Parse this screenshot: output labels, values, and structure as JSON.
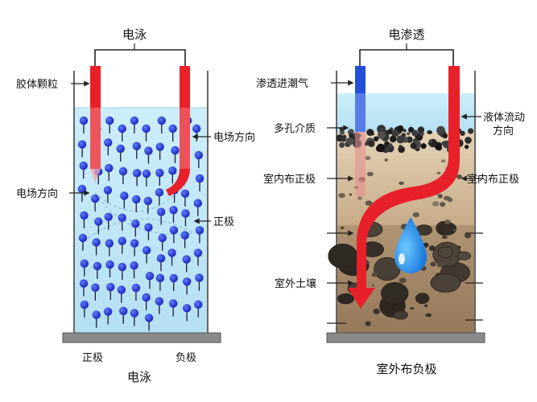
{
  "left_panel": {
    "title": "电泳",
    "labels": {
      "colloid_particles": "胶体颗粒",
      "field_direction_right": "电场方向",
      "field_direction_left": "电场方向",
      "positive_side": "正极"
    },
    "bottom": {
      "positive": "正极",
      "negative": "负极",
      "caption": "电泳"
    }
  },
  "right_panel": {
    "title": "电渗透",
    "labels": {
      "seepage_moisture": "渗透进潮气",
      "liquid_flow_direction": "液体流动\n方向",
      "porous_medium": "多孔介质",
      "indoor_positive_left": "室内布正极",
      "indoor_positive_right": "室内布正极",
      "outdoor_soil": "室外土壤"
    },
    "bottom": {
      "caption": "室外布负极"
    }
  },
  "colors": {
    "electrode_red": "#e8202a",
    "electrode_blue": "#2450d8",
    "liquid": "#bfe6f5",
    "particle": "#2233cc",
    "soil_light": "#dcc7a8",
    "soil_dark": "#8f7558",
    "base": "#8a8a8a"
  }
}
